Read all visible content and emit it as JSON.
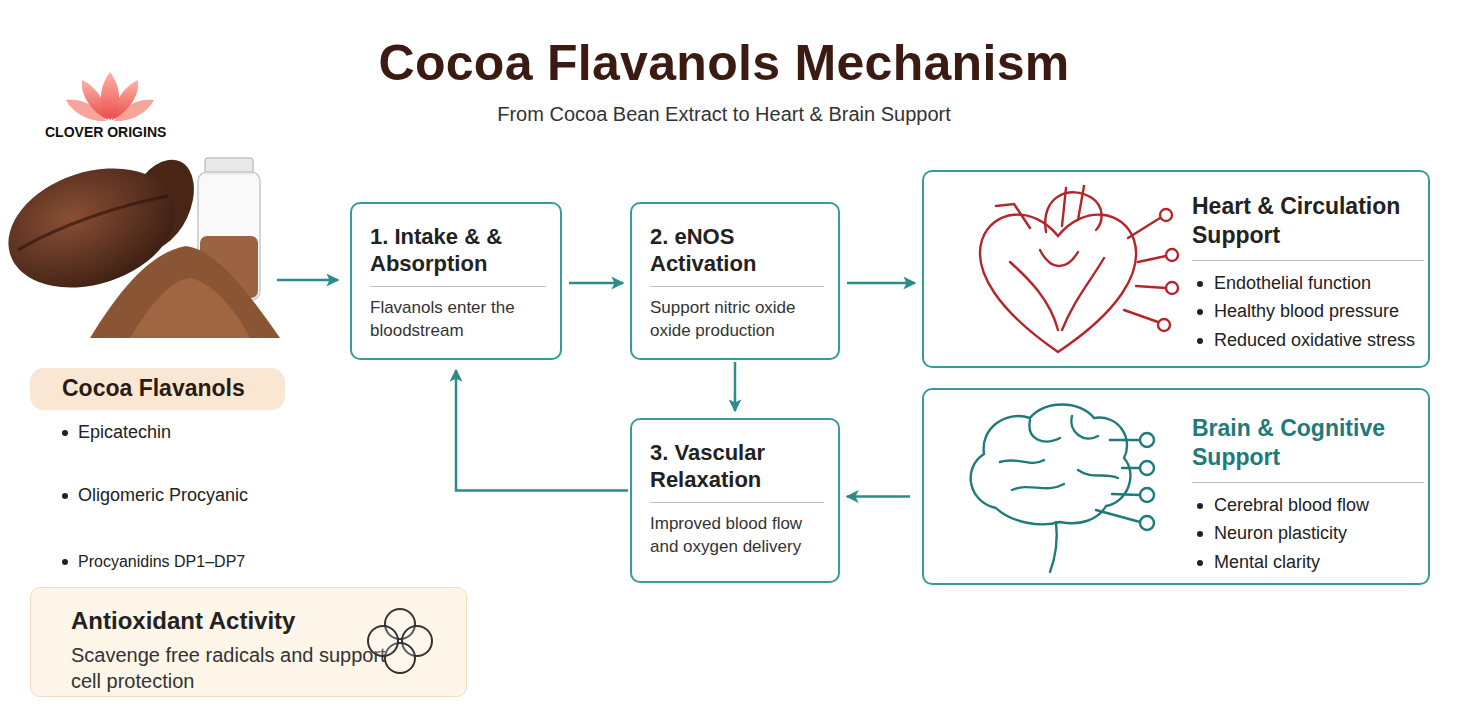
{
  "diagram": {
    "title": "Cocoa Flavanols Mechanism",
    "nodes": [
      {
        "text": [
          "Cocoa Flavanols"
        ]
      },
      {
        "text": [
          "1. Intake & & Absorption",
          "Flavanols enter the bloodstream"
        ]
      },
      {
        "text": [
          "2. eNOS Activation",
          "Support nitric oxide oxide production"
        ]
      },
      {
        "text": [
          "3. Vascular Relaxation",
          "Improved blood flow and oxygen delivery"
        ]
      },
      {
        "text": [
          "Heart & Circulation Support",
          "Endothelial function",
          "Healthy blood pressure",
          "Reduced oxidative stress"
        ]
      },
      {
        "text": [
          "Brain & Cognitive Support",
          "Cerebral blood flow",
          "Neuron plasticity",
          "Mental clarity"
        ]
      },
      {
        "text": [
          "Antioxidant Activity",
          "Scavenge free radicals and support cell protection"
        ]
      }
    ],
    "edges": [
      {
        "from": 1,
        "to": 2,
        "arrow": "to"
      },
      {
        "from": 2,
        "to": 4,
        "arrow": "to"
      },
      {
        "from": 2,
        "to": 3,
        "arrow": "to"
      },
      {
        "from": 5,
        "to": 3,
        "arrow": "to"
      },
      {
        "from": 3,
        "to": 1,
        "arrow": "to"
      }
    ],
    "labels": [
      "CLOVER ORIGINS",
      "From Cocoa Bean Extract to Heart & Brain Support",
      "Epicatechin",
      "Oligomeric Procyanic",
      "Procyanidins DP1–DP7"
    ]
  }
}
